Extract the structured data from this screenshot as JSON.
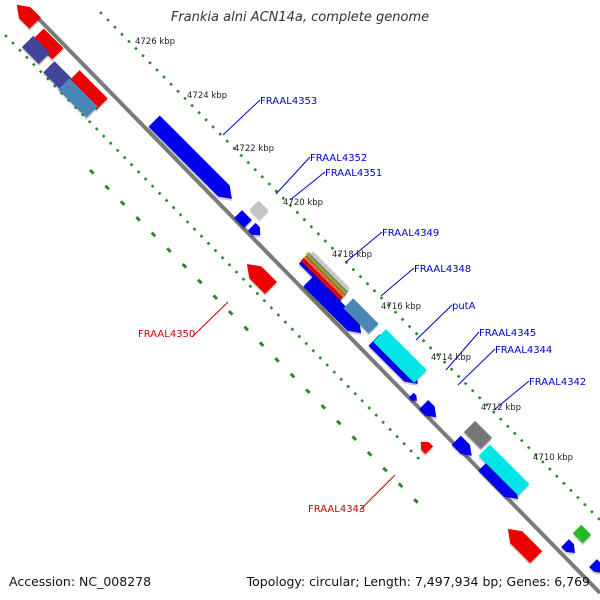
{
  "title": "Frankia alni ACN14a, complete genome",
  "footer": {
    "accession": "Accession: NC_008278",
    "topology": "Topology: circular; Length: 7,497,934 bp; Genes: 6,769"
  },
  "ticks": [
    "4726 kbp",
    "4724 kbp",
    "4722 kbp",
    "4720 kbp",
    "4718 kbp",
    "4716 kbp",
    "4714 kbp",
    "4712 kbp",
    "4710 kbp"
  ],
  "genes_forward": [
    "FRAAL4353",
    "FRAAL4352",
    "FRAAL4351",
    "FRAAL4349",
    "FRAAL4348",
    "putA",
    "FRAAL4345",
    "FRAAL4344",
    "FRAAL4342"
  ],
  "genes_reverse": [
    "FRAAL4350",
    "FRAAL4343"
  ],
  "colors": {
    "forward_label": "#0000cc",
    "reverse_label": "#cc0000",
    "forward_gene": "#0000ee",
    "reverse_gene": "#ee0000",
    "cyan": "#00e5e5",
    "steelblue": "#4a86b8",
    "gray": "#777777",
    "lightgray": "#c4c4c4",
    "green": "#22bb22",
    "dots": "#2a8a2a",
    "backbone": "#7a7a7a"
  }
}
